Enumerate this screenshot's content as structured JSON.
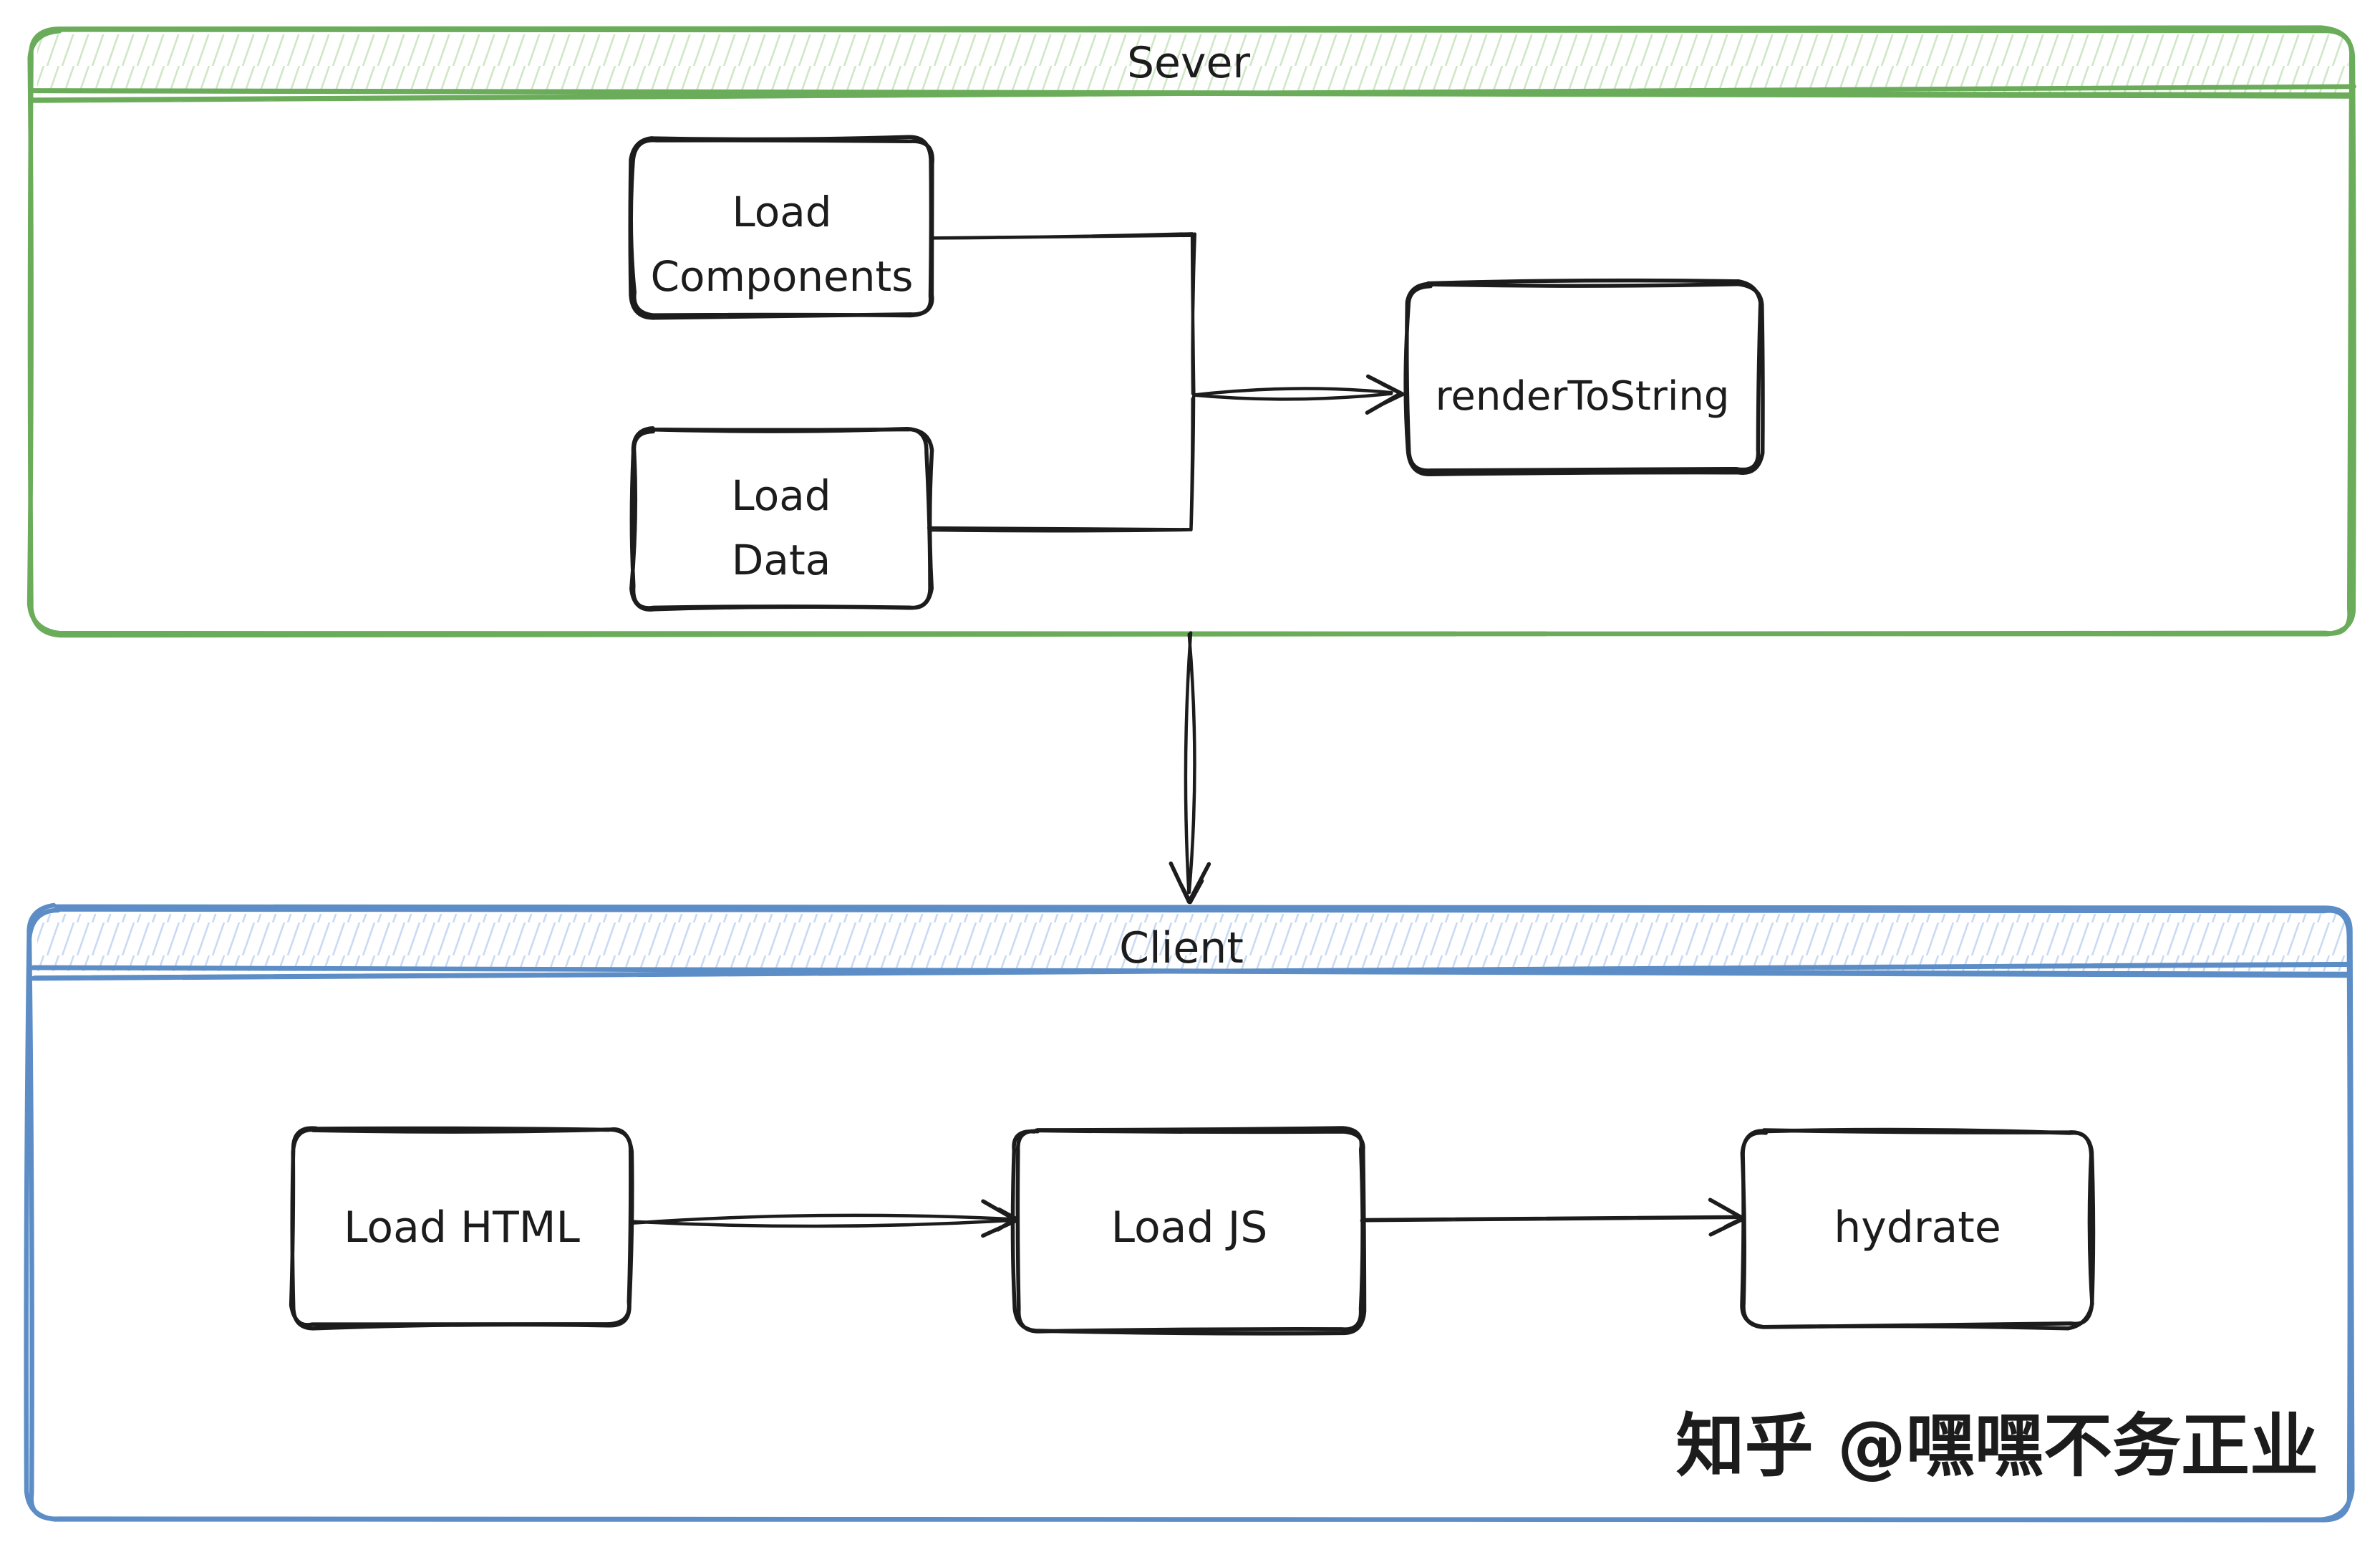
{
  "diagram": {
    "server": {
      "title": "Sever",
      "boxes": {
        "load_components": {
          "lines": [
            "Load",
            "Components"
          ]
        },
        "load_data": {
          "lines": [
            "Load",
            "Data"
          ]
        },
        "render_to_string": {
          "label": "renderToString"
        }
      }
    },
    "client": {
      "title": "Client",
      "boxes": {
        "load_html": {
          "label": "Load HTML"
        },
        "load_js": {
          "label": "Load JS"
        },
        "hydrate": {
          "label": "hydrate"
        }
      }
    },
    "watermark": "知乎 @嘿嘿不务正业",
    "colors": {
      "server_border": "#6aac59",
      "server_hatch": "#cfe7c6",
      "client_border": "#5c8dc6",
      "client_hatch": "#c9daf3",
      "ink": "#1c1c1c",
      "watermark": "#b4b4b4"
    }
  }
}
